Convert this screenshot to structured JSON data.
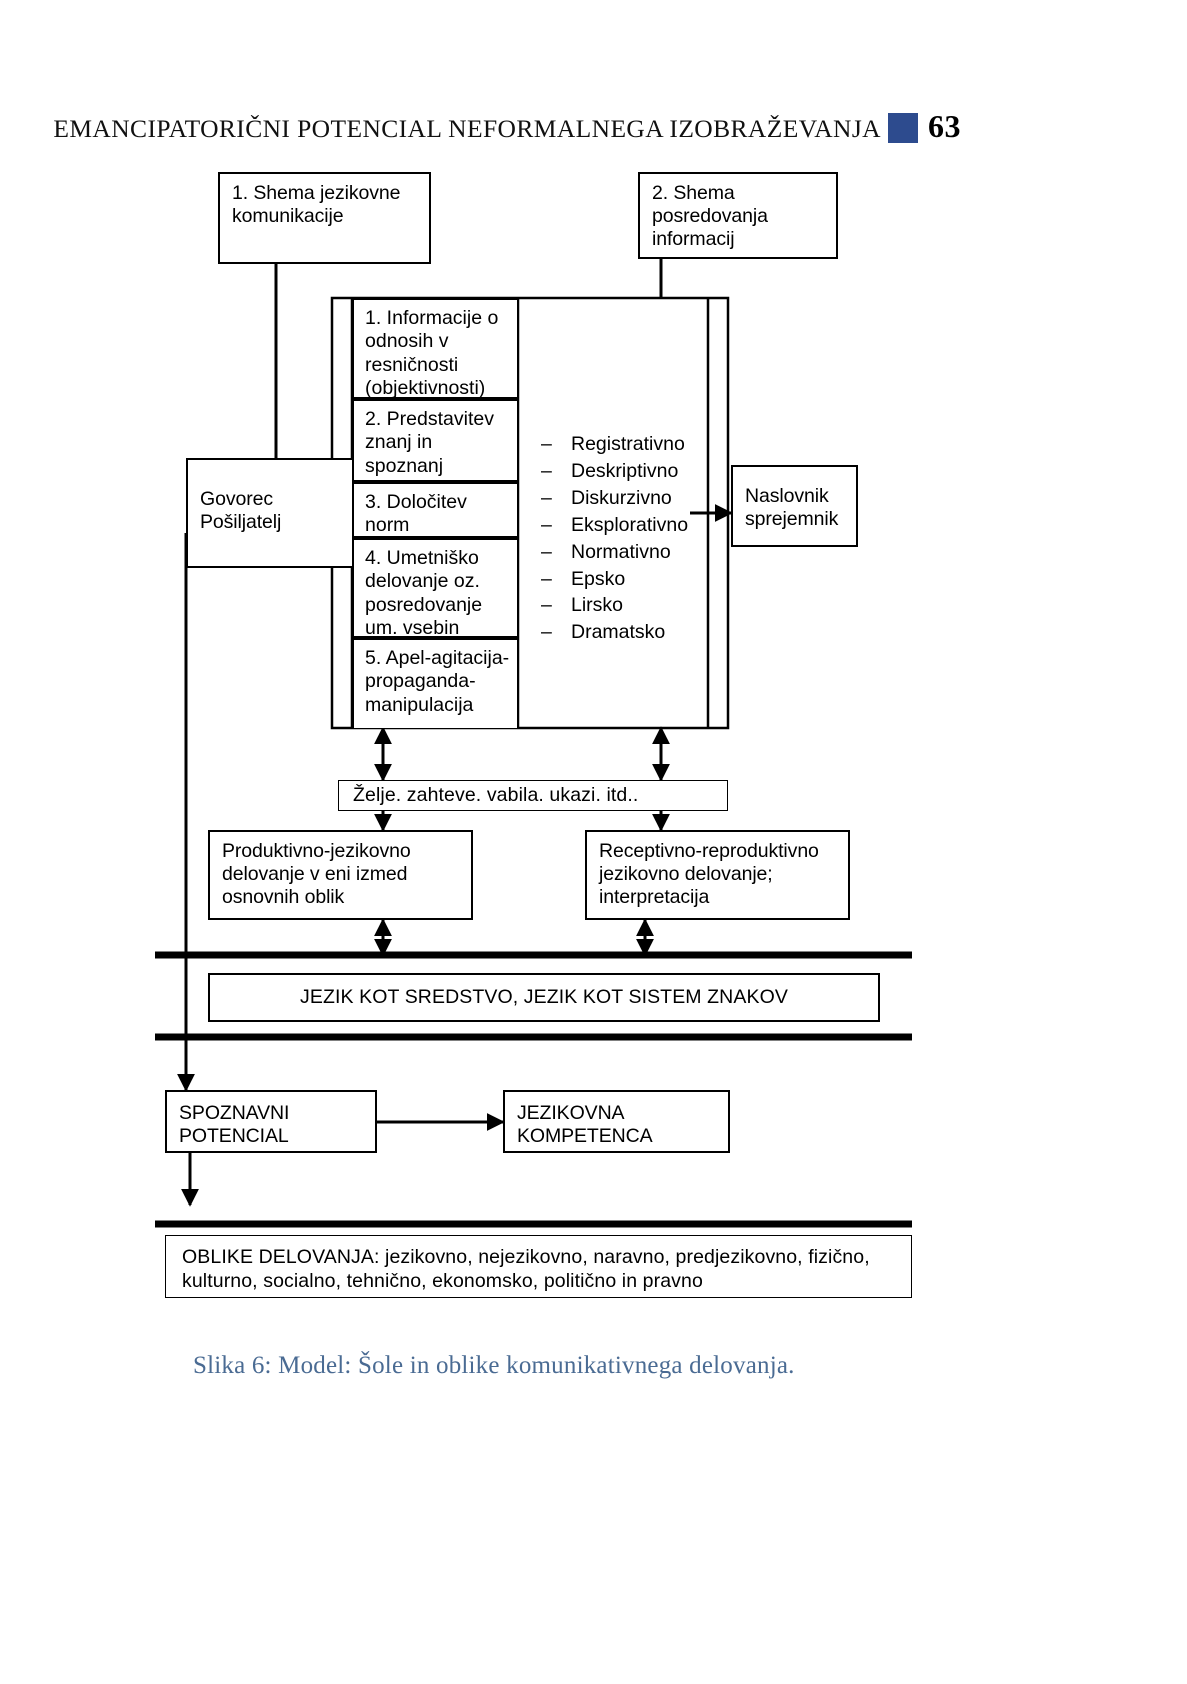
{
  "header": {
    "title": "EMANCIPATORIČNI POTENCIAL NEFORMALNEGA IZOBRAŽEVANJA",
    "page_number": "63",
    "square_color": "#2d4b8e"
  },
  "diagram": {
    "scheme1": {
      "line1": "1. Shema jezikovne",
      "line2": "komunikacije"
    },
    "scheme2": {
      "line1": "2. Shema",
      "line2": "posredovanja",
      "line3": "informacij"
    },
    "speaker": {
      "line1": "Govorec",
      "line2": "Pošiljatelj"
    },
    "addressee": {
      "line1": "Naslovnik",
      "line2": "sprejemnik"
    },
    "functions": [
      {
        "line1": "1. Informacije o",
        "line2": "odnosih v",
        "line3": "resničnosti",
        "line4": "(objektivnosti)"
      },
      {
        "line1": "2. Predstavitev",
        "line2": "znanj in",
        "line3": "spoznanj"
      },
      {
        "line1": "3. Določitev",
        "line2": "norm"
      },
      {
        "line1": "4. Umetniško",
        "line2": "delovanje oz.",
        "line3": "posredovanje",
        "line4": "um. vsebin"
      },
      {
        "line1": "5. Apel-agitacija-",
        "line2": "propaganda-",
        "line3": "manipulacija"
      }
    ],
    "modes": [
      "Registrativno",
      "Deskriptivno",
      "Diskurzivno",
      "Eksplorativno",
      "Normativno",
      "Epsko",
      "Lirsko",
      "Dramatsko"
    ],
    "dash_glyph": "–",
    "wishes": "Želje. zahteve. vabila. ukazi. itd..",
    "productive": {
      "line1": "Produktivno-jezikovno",
      "line2": "delovanje v eni izmed",
      "line3": "osnovnih oblik"
    },
    "receptive": {
      "line1": "Receptivno-reproduktivno",
      "line2": "jezikovno delovanje;",
      "line3": "interpretacija"
    },
    "language_band": "JEZIK KOT SREDSTVO, JEZIK KOT SISTEM ZNAKOV",
    "cognitive": {
      "line1": "SPOZNAVNI",
      "line2": "POTENCIAL"
    },
    "competence": {
      "line1": "JEZIKOVNA",
      "line2": "KOMPETENCA"
    },
    "forms": {
      "line1": "OBLIKE DELOVANJA: jezikovno, nejezikovno, naravno, predjezikovno, fizično, kulturno,",
      "line2": "socialno, tehnično, ekonomsko, politično in pravno"
    }
  },
  "caption": "Slika 6: Model: Šole in oblike komunikativnega delovanja."
}
